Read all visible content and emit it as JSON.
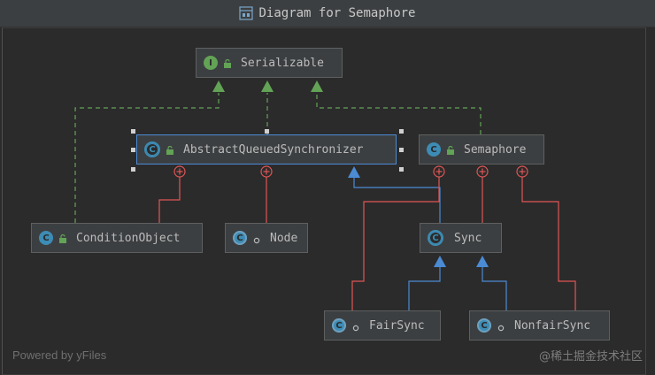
{
  "window": {
    "title": "Diagram for Semaphore"
  },
  "nodes": {
    "serializable": {
      "label": "Serializable",
      "kind": "interface",
      "icon": "interface-icon"
    },
    "aqs": {
      "label": "AbstractQueuedSynchronizer",
      "kind": "abstract-class",
      "icon": "abstract-class-icon",
      "selected": true
    },
    "semaphore": {
      "label": "Semaphore",
      "kind": "class",
      "icon": "class-icon"
    },
    "condition_object": {
      "label": "ConditionObject",
      "kind": "class",
      "icon": "class-icon"
    },
    "node": {
      "label": "Node",
      "kind": "static-inner-class",
      "icon": "static-class-icon"
    },
    "sync": {
      "label": "Sync",
      "kind": "abstract-static-class",
      "icon": "abstract-class-icon"
    },
    "fair_sync": {
      "label": "FairSync",
      "kind": "static-inner-class",
      "icon": "static-class-icon"
    },
    "nonfair_sync": {
      "label": "NonfairSync",
      "kind": "static-inner-class",
      "icon": "static-class-icon"
    }
  },
  "relations": [
    {
      "from": "AbstractQueuedSynchronizer",
      "to": "Serializable",
      "type": "implements"
    },
    {
      "from": "ConditionObject",
      "to": "Serializable",
      "type": "implements"
    },
    {
      "from": "Semaphore",
      "to": "Serializable",
      "type": "implements"
    },
    {
      "from": "Sync",
      "to": "AbstractQueuedSynchronizer",
      "type": "extends"
    },
    {
      "from": "FairSync",
      "to": "Sync",
      "type": "extends"
    },
    {
      "from": "NonfairSync",
      "to": "Sync",
      "type": "extends"
    },
    {
      "from": "ConditionObject",
      "to": "AbstractQueuedSynchronizer",
      "type": "inner"
    },
    {
      "from": "Node",
      "to": "AbstractQueuedSynchronizer",
      "type": "inner"
    },
    {
      "from": "Sync",
      "to": "Semaphore",
      "type": "inner"
    },
    {
      "from": "FairSync",
      "to": "Semaphore",
      "type": "inner"
    },
    {
      "from": "NonfairSync",
      "to": "Semaphore",
      "type": "inner"
    }
  ],
  "colors": {
    "implements": "#62a356",
    "extends": "#4b8bd4",
    "inner": "#e05555",
    "selection": "#4b8bd4"
  },
  "footer": {
    "powered_by": "Powered by yFiles",
    "watermark": "@稀土掘金技术社区"
  }
}
